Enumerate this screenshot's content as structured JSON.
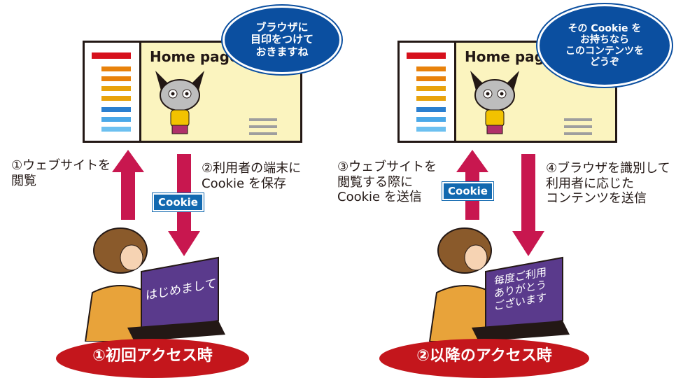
{
  "left": {
    "home_title": "Home page",
    "bubble": "ブラウザに\n目印をつけて\nおきますね",
    "label_up": "①ウェブサイトを\n閲覧",
    "label_down": "②利用者の端末に\nCookie を保存",
    "cookie": "Cookie",
    "screen": "はじめまして",
    "caption": "①初回アクセス時"
  },
  "right": {
    "home_title": "Home page",
    "bubble": "その Cookie を\nお持ちなら\nこのコンテンツを\nどうぞ",
    "label_up": "③ウェブサイトを\n閲覧する際に\nCookie を送信",
    "label_down": "④ブラウザを識別して\n利用者に応じた\nコンテンツを送信",
    "cookie": "Cookie",
    "screen": "毎度ご利用\nありがとう\nございます",
    "caption": "②以降のアクセス時"
  },
  "colors": {
    "arrow": "#c8174f",
    "bubble": "#0b4fa0",
    "ellipse": "#c4161c",
    "cookie": "#1269b0"
  }
}
